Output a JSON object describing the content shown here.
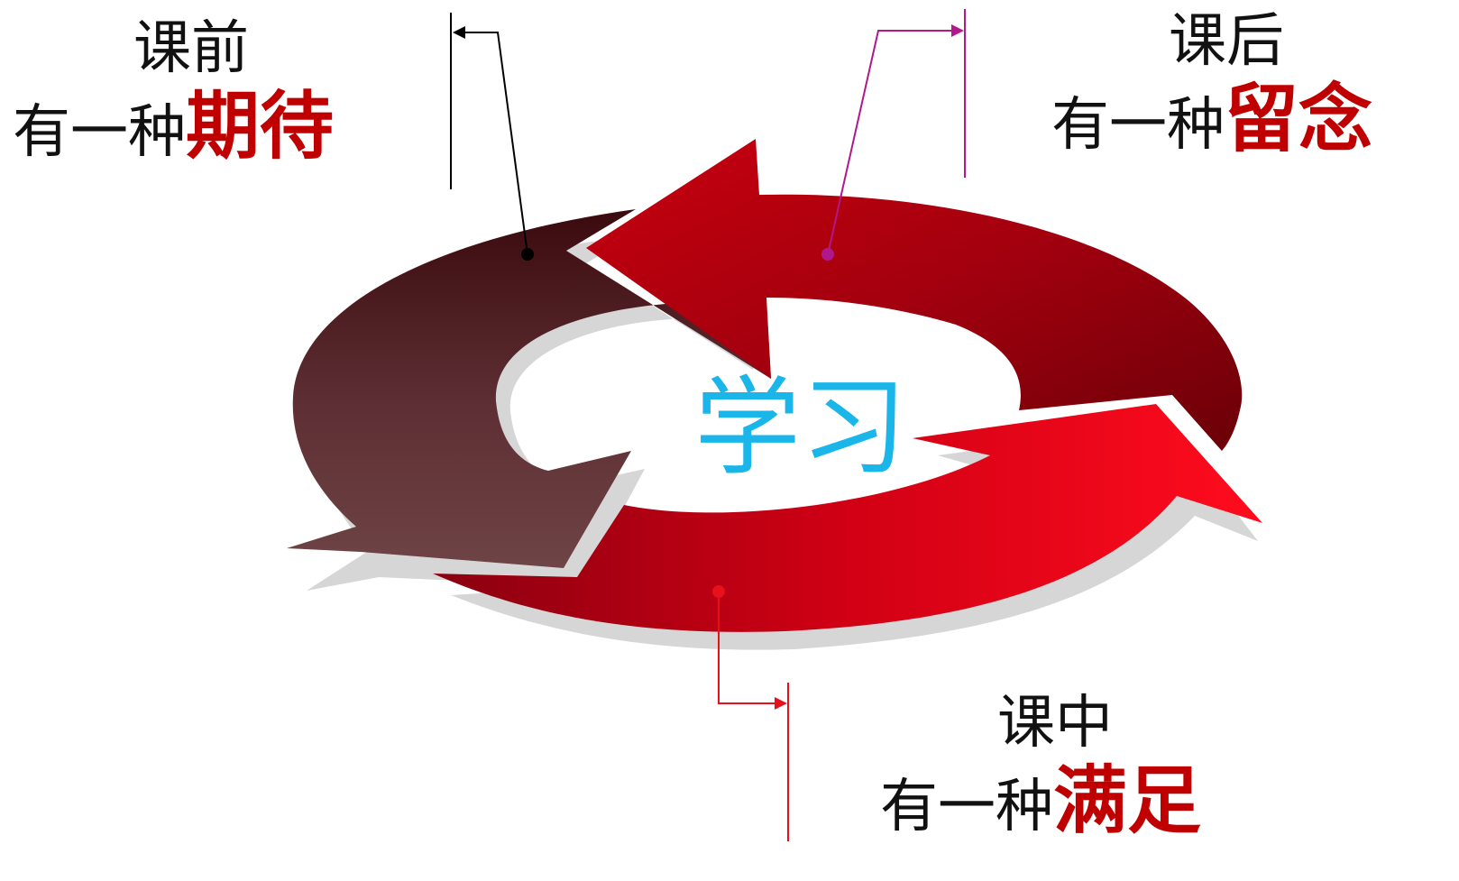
{
  "center": {
    "label": "学习"
  },
  "colors": {
    "accent": "#c00000",
    "center_text": "#1ab6ea",
    "before_marker": "#000000",
    "after_marker": "#b0188c",
    "during_marker": "#e8101a"
  },
  "phases": {
    "before": {
      "title": "课前",
      "prefix": "有一种",
      "emphasis": "期待"
    },
    "after": {
      "title": "课后",
      "prefix": "有一种",
      "emphasis": "留念"
    },
    "during": {
      "title": "课中",
      "prefix": "有一种",
      "emphasis": "满足"
    }
  }
}
